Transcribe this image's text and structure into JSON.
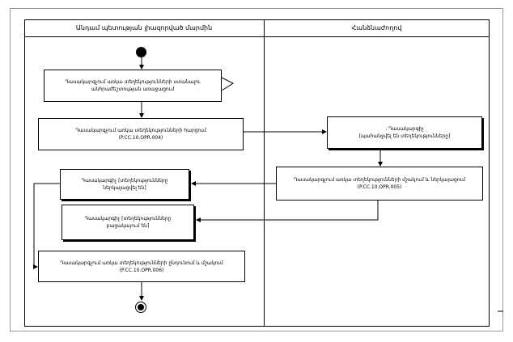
{
  "lanes": {
    "left_title": "Անդամ պետության լիազորված մարմին",
    "right_title": "Հանձնաժողով"
  },
  "nodes": {
    "n1": {
      "line1": "Դասակարգչում առկա տեղեկությունների ստանալու",
      "line2": "անհրաժեշտության առաջացում"
    },
    "n2": {
      "line1": "Դասակարգչում առկա տեղեկությունների հարցում",
      "line2": "(P.CC.10.OPR.004)"
    },
    "n3": {
      "line1": ": Դասակարգիչ",
      "line2": "[պահանջվել են տեղեկությունները]"
    },
    "n4": {
      "line1": "Դասակարգչում առկա տեղեկությունների մշակում և ներկայացում",
      "line2": "(P.CC.10.OPR.005)"
    },
    "n5": {
      "line1": "Դասակարգիչ [տեղեկությունները",
      "line2": "ներկայացվել են]"
    },
    "n6": {
      "line1": "Դասակարգիչ [տեղեկությունները",
      "line2": "բացակայում են]"
    },
    "n7": {
      "line1": "Դասակարգչում առկա տեղեկությունների ընդունում և մշակում",
      "line2": "(P.CC.10.OPR.006)"
    }
  }
}
